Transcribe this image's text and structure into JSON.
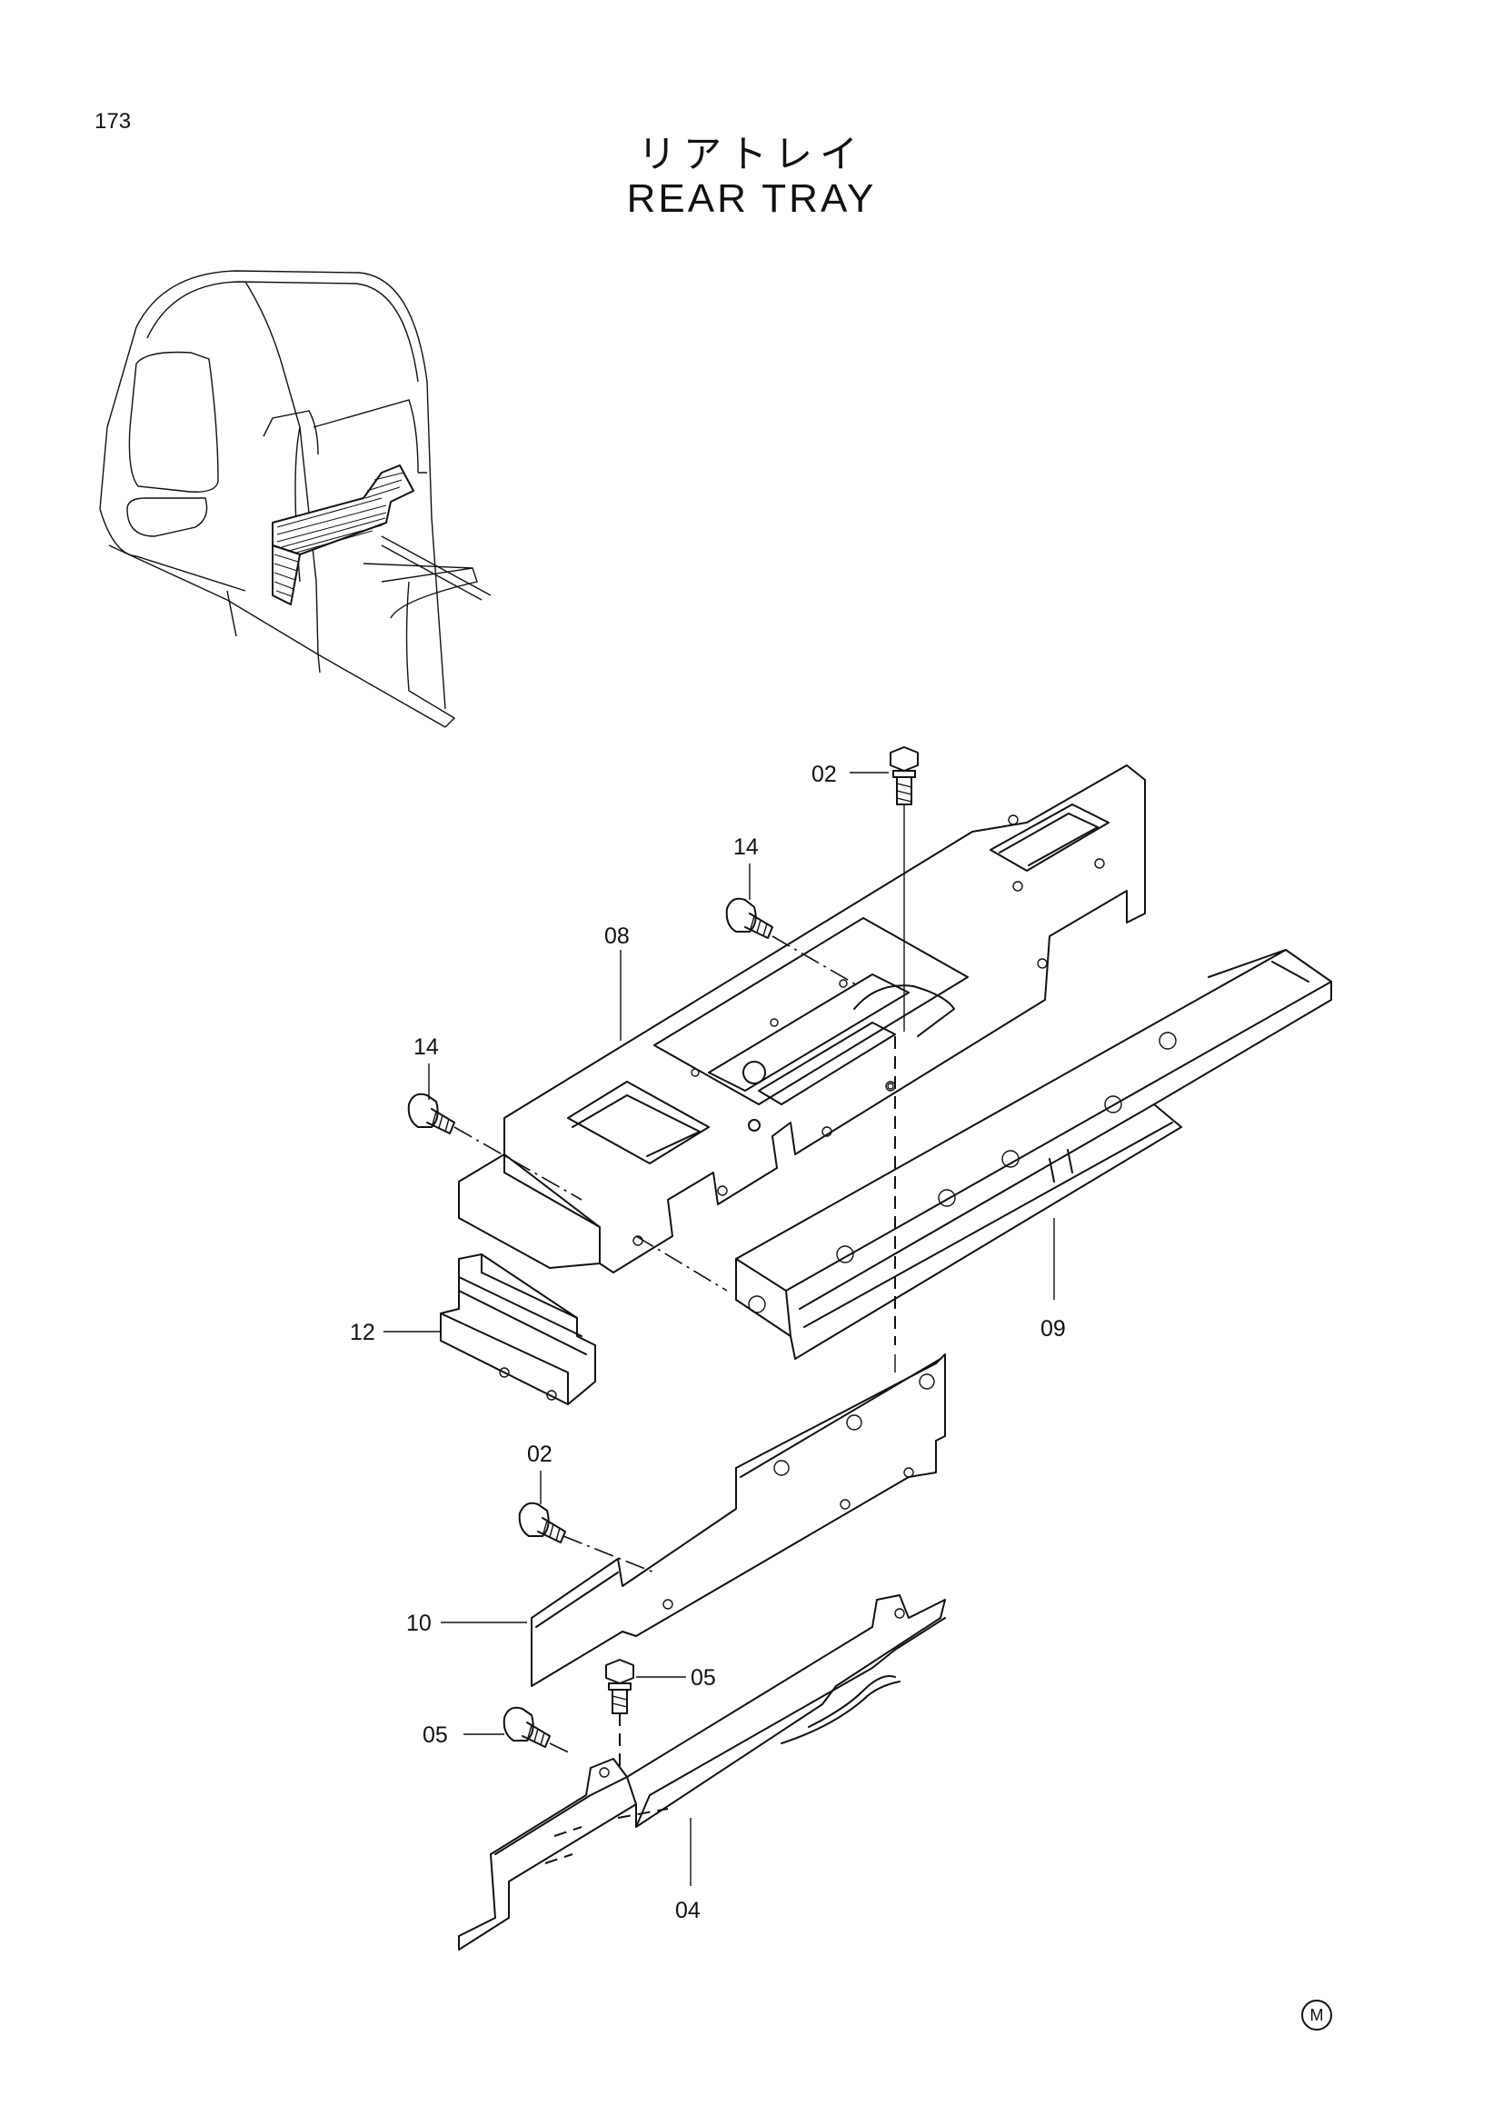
{
  "page": {
    "number": "173"
  },
  "title": {
    "japanese": "リアトレイ",
    "english": "REAR TRAY"
  },
  "callouts": [
    {
      "id": "02",
      "label": "02"
    },
    {
      "id": "14",
      "label": "14"
    },
    {
      "id": "08",
      "label": "08"
    },
    {
      "id": "14",
      "label": "14"
    },
    {
      "id": "12",
      "label": "12"
    },
    {
      "id": "09",
      "label": "09"
    },
    {
      "id": "02",
      "label": "02"
    },
    {
      "id": "10",
      "label": "10"
    },
    {
      "id": "05",
      "label": "05"
    },
    {
      "id": "05",
      "label": "05"
    },
    {
      "id": "04",
      "label": "04"
    }
  ],
  "corner_mark": "M"
}
